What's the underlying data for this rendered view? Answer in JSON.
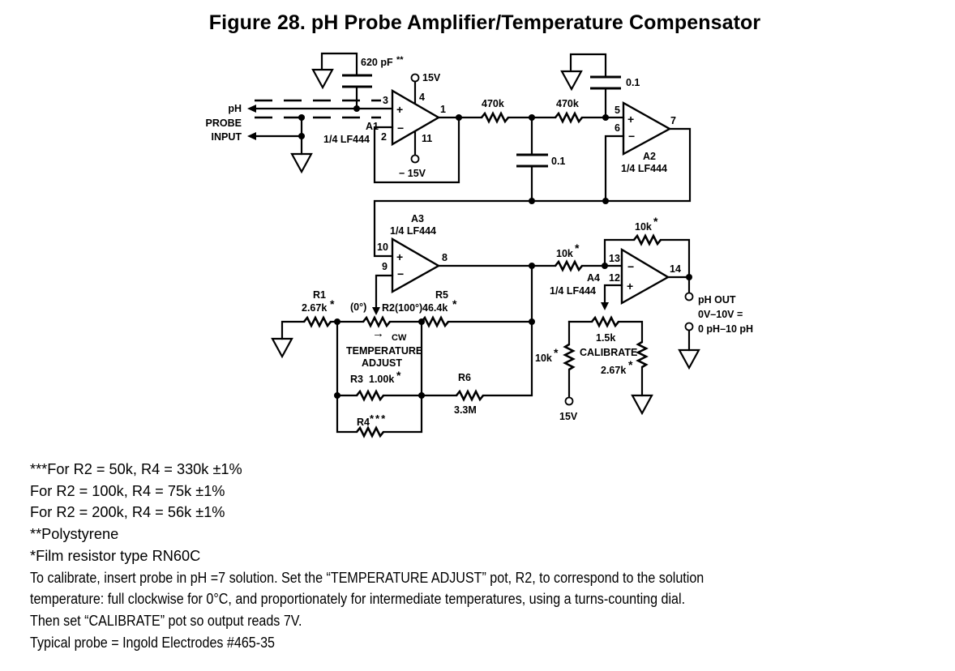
{
  "figure": {
    "title": "Figure 28.  pH Probe Amplifier/Temperature Compensator"
  },
  "schematic": {
    "input": {
      "label_line1": "pH",
      "label_line2": "PROBE",
      "label_line3": "INPUT"
    },
    "a1": {
      "name": "A1",
      "part": "1/4 LF444",
      "pin_plus": "3",
      "pin_minus": "2",
      "pin_out": "1",
      "pin_vplus": "4",
      "pin_vminus": "11",
      "vplus_label": "15V",
      "vminus_label": "− 15V",
      "cap_label": "620 pF",
      "cap_mark": "**"
    },
    "filter": {
      "r_a": "470k",
      "r_b": "470k",
      "c_shunt": "0.1",
      "c_top": "0.1"
    },
    "a2": {
      "name": "A2",
      "part": "1/4 LF444",
      "pin_plus": "5",
      "pin_minus": "6",
      "pin_out": "7"
    },
    "a3": {
      "name": "A3",
      "part": "1/4 LF444",
      "pin_plus": "10",
      "pin_minus": "9",
      "pin_out": "8"
    },
    "temp_network": {
      "r1_name": "R1",
      "r1_value": "2.67k",
      "r1_mark": "*",
      "r2_name": "R2",
      "r2_left": "(0°)",
      "r2_right": "(100°)",
      "cw_arrow": "→",
      "cw_label": "CW",
      "adjust_line1": "TEMPERATURE",
      "adjust_line2": "ADJUST",
      "r3_name": "R3",
      "r3_value": "1.00k",
      "r3_mark": "*",
      "r4_name": "R4",
      "r4_mark": "***",
      "r5_name": "R5",
      "r5_value": "46.4k",
      "r5_mark": "*",
      "r6_name": "R6",
      "r6_value": "3.3M"
    },
    "a4": {
      "name": "A4",
      "part": "1/4 LF444",
      "pin_minus": "13",
      "pin_plus": "12",
      "pin_out": "14",
      "r_in": "10k",
      "r_in_mark": "*",
      "r_fb": "10k",
      "r_fb_mark": "*"
    },
    "calibrate": {
      "pot_value": "1.5k",
      "pot_label": "CALIBRATE",
      "r_top": "10k",
      "r_top_mark": "*",
      "r_bottom": "2.67k",
      "r_bottom_mark": "*",
      "supply": "15V"
    },
    "output": {
      "line1": "pH OUT",
      "line2": "0V–10V =",
      "line3": "0 pH–10 pH"
    }
  },
  "notes": [
    "***For R2 = 50k, R4 = 330k ±1%",
    "For R2 = 100k, R4 = 75k ±1%",
    "For R2 = 200k, R4 = 56k ±1%",
    "**Polystyrene",
    "*Film resistor type RN60C",
    "To calibrate, insert probe in pH =7 solution. Set the “TEMPERATURE ADJUST” pot, R2, to correspond to the solution",
    "temperature: full clockwise for 0°C, and proportionately for intermediate temperatures, using a turns-counting dial.",
    "Then set “CALIBRATE” pot so output reads 7V.",
    "Typical probe = Ingold Electrodes #465-35"
  ]
}
